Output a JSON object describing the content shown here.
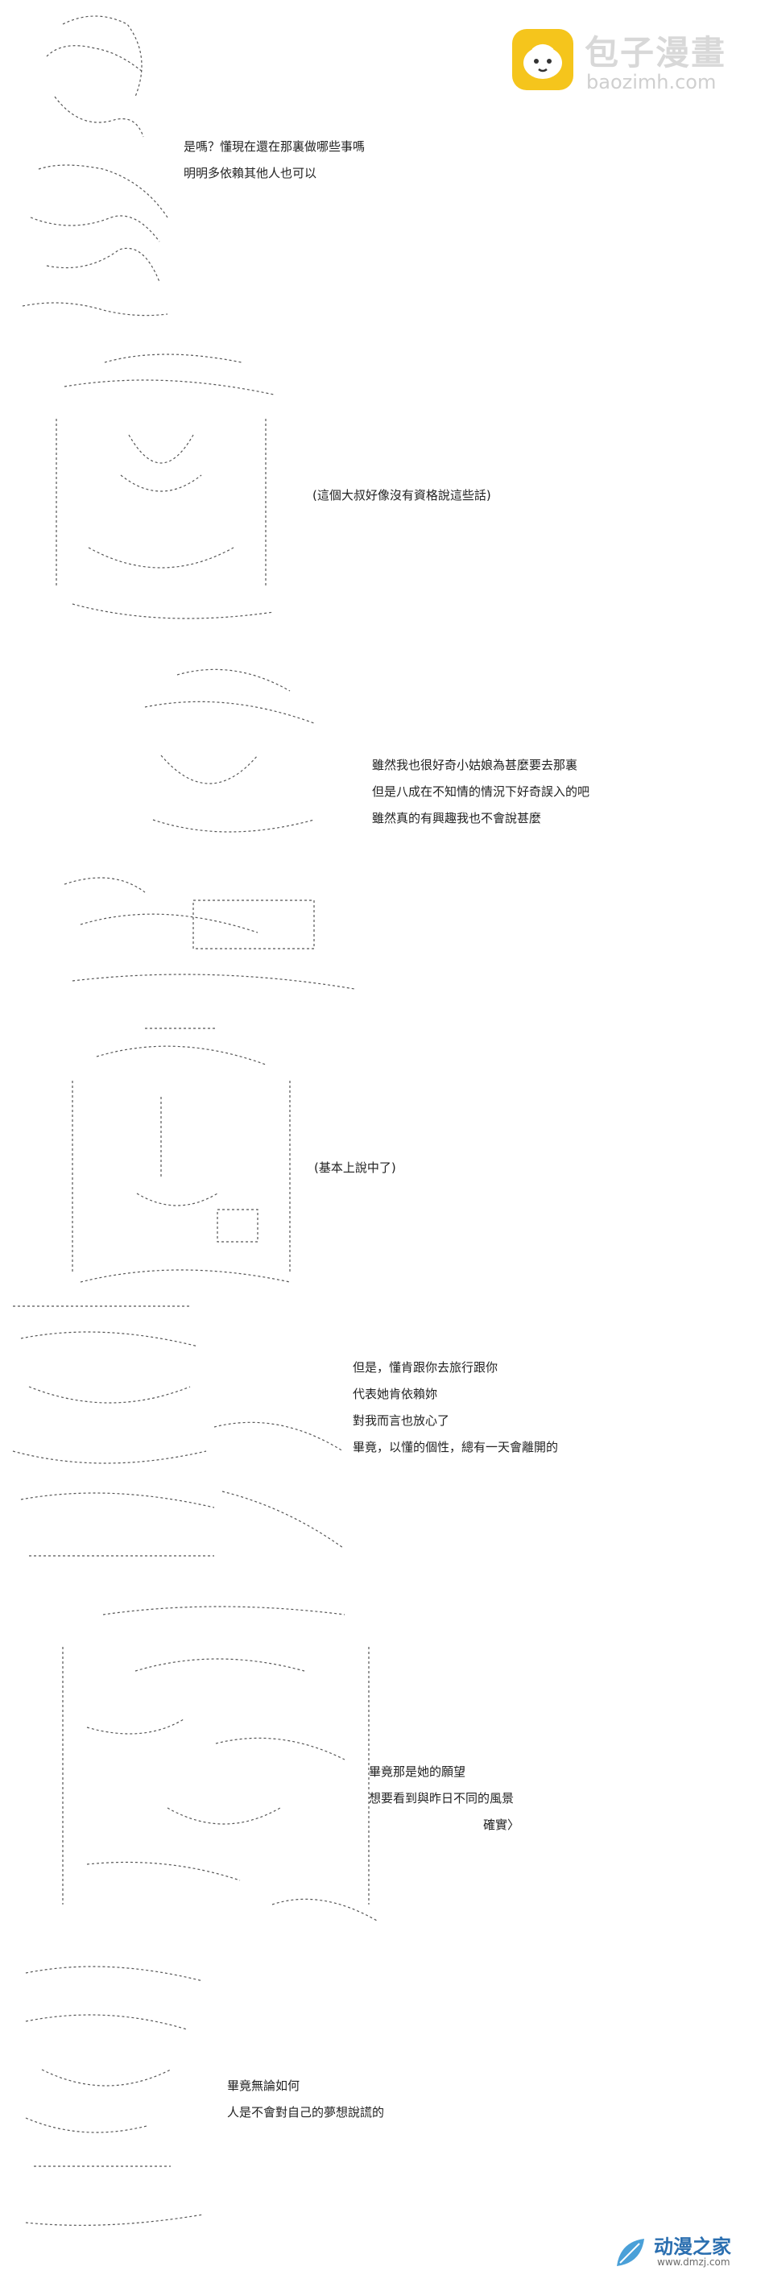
{
  "watermark": {
    "title": "包子漫畫",
    "subtitle": "baozimh.com",
    "badge_color": "#f5c51c"
  },
  "watermark_bottom": {
    "title": "动漫之家",
    "subtitle": "www.dmzj.com",
    "color": "#2b6fb0"
  },
  "panels": [
    {
      "lines": [
        "是嗎？懂現在還在那裏做哪些事嗎",
        "明明多依賴其他人也可以"
      ]
    },
    {
      "lines": [
        "(這個大叔好像沒有資格說這些話)"
      ]
    },
    {
      "lines": [
        "雖然我也很好奇小姑娘為甚麼要去那裏",
        "但是八成在不知情的情況下好奇誤入的吧",
        "雖然真的有興趣我也不會說甚麼"
      ]
    },
    {
      "lines": [
        "(基本上說中了)"
      ]
    },
    {
      "lines": [
        "但是，懂肯跟你去旅行跟你",
        "代表她肯依賴妳",
        "對我而言也放心了",
        "畢竟，以懂的個性，總有一天會離開的"
      ]
    },
    {
      "lines": [
        "畢竟那是她的願望",
        "想要看到與昨日不同的風景",
        "確實〉"
      ]
    },
    {
      "lines": [
        "畢竟無論如何",
        "人是不會對自己的夢想說謊的"
      ]
    }
  ]
}
